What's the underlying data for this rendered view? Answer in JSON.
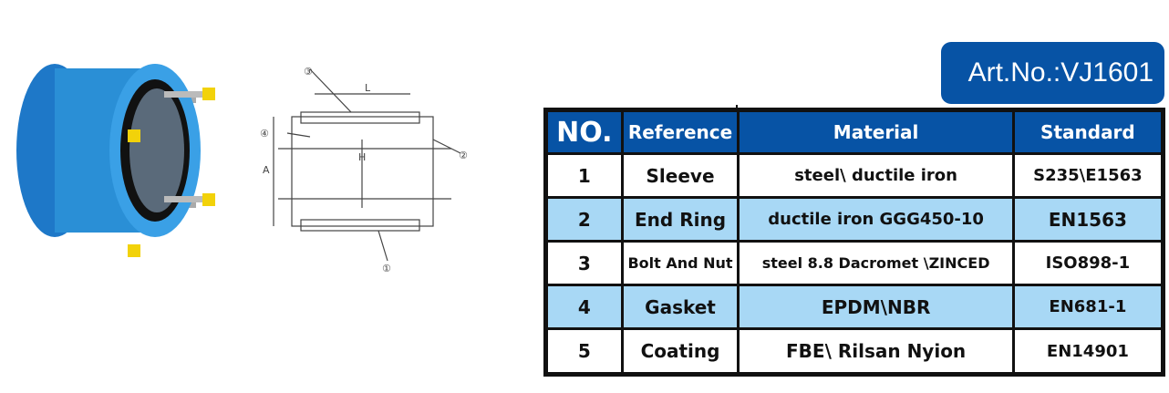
{
  "art_no": "Art.No.:VJ1601",
  "table": {
    "headers": [
      "NO.",
      "Reference",
      "Material",
      "Standard"
    ],
    "rows": [
      [
        "1",
        "Sleeve",
        "steel\\ ductile iron",
        "S235\\E1563"
      ],
      [
        "2",
        "End Ring",
        "ductile iron GGG450-10",
        "EN1563"
      ],
      [
        "3",
        "Bolt And Nut",
        "steel 8.8 Dacromet \\ZINCED",
        "ISO898-1"
      ],
      [
        "4",
        "Gasket",
        "EPDM\\NBR",
        "EN681-1"
      ],
      [
        "5",
        "Coating",
        "FBE\\ Rilsan Nyion",
        "EN14901"
      ]
    ]
  },
  "drawing_labels": {
    "l": "L",
    "a": "A",
    "h": "H",
    "c1": "①",
    "c2": "②",
    "c3": "③",
    "c4": "④"
  },
  "colors": {
    "brand": "#0753a5",
    "alt_row": "#a8d8f5",
    "product": "#2a8fd6"
  }
}
